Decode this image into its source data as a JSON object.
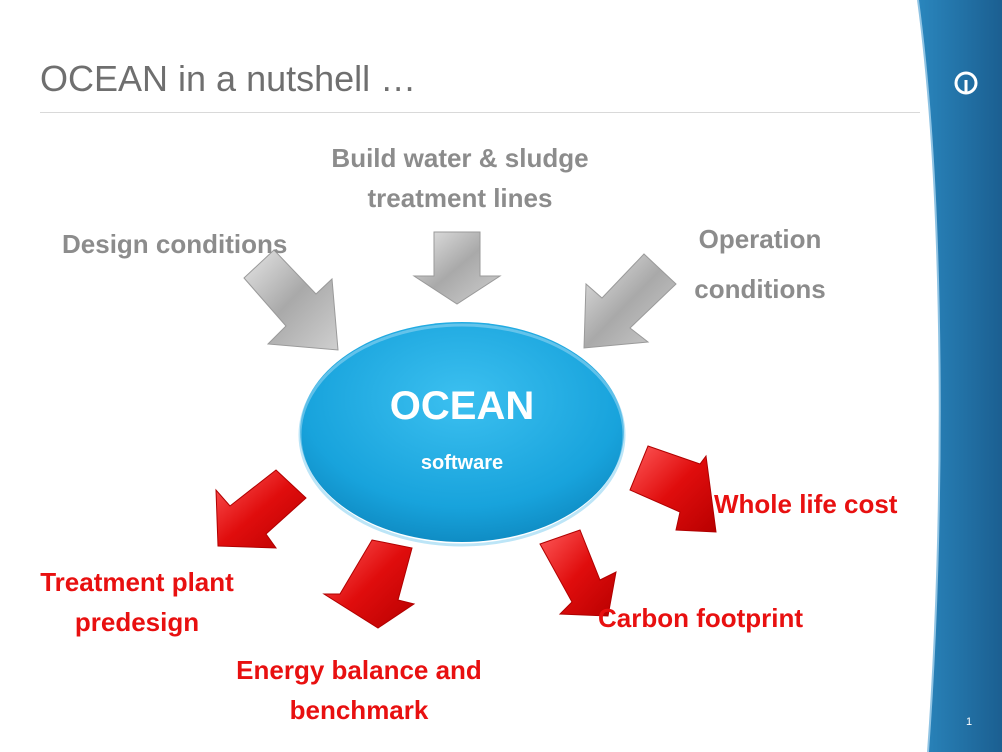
{
  "slide": {
    "title": "OCEAN in a nutshell …",
    "page_number": "1"
  },
  "center": {
    "title": "OCEAN",
    "subtitle": "software"
  },
  "inputs": {
    "top_line1": "Build water & sludge",
    "top_line2": "treatment lines",
    "left": "Design conditions",
    "right_line1": "Operation",
    "right_line2": "conditions"
  },
  "outputs": {
    "right": "Whole life cost",
    "left_line1": "Treatment plant",
    "left_line2": "predesign",
    "bottom_line1": "Energy balance and",
    "bottom_line2": "benchmark",
    "carbon": "Carbon footprint"
  },
  "colors": {
    "brand_blue": "#1f6fa3",
    "ellipse_blue": "#1aa7e0",
    "input_grey": "#8c8c8c",
    "output_red": "#e81010"
  }
}
